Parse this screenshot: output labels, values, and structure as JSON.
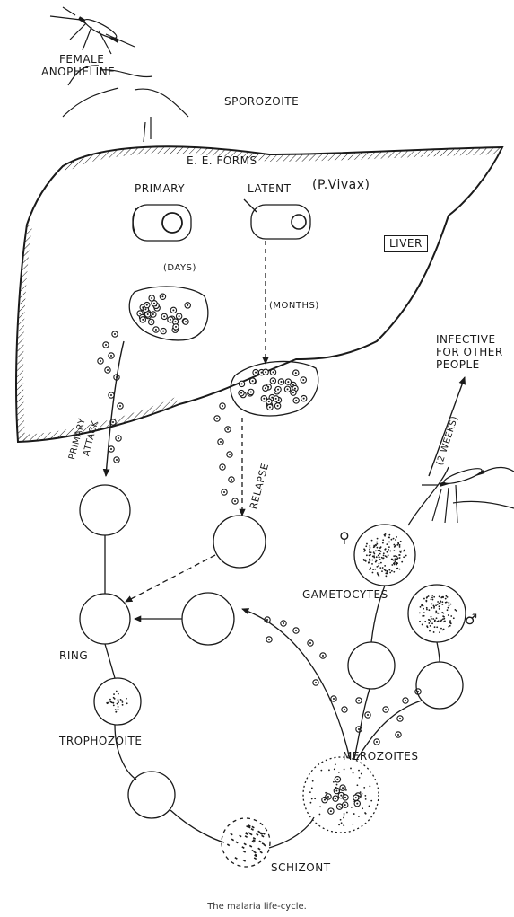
{
  "labels": {
    "female_anopheline_1": "FEMALE",
    "female_anopheline_2": "ANOPHELINE",
    "sporozoite": "SPOROZOITE",
    "ee_forms": "E. E. FORMS",
    "primary": "PRIMARY",
    "latent": "LATENT",
    "pvivax": "(P.Vivax)",
    "liver": "LIVER",
    "days": "(DAYS)",
    "months": "(MONTHS)",
    "infective_1": "INFECTIVE",
    "infective_2": "FOR OTHER",
    "infective_3": "PEOPLE",
    "primary_attack_1": "PRIMARY",
    "primary_attack_2": "ATTACK",
    "relapse": "RELAPSE",
    "two_weeks": "(2 WEEKS)",
    "female_symbol": "♀",
    "male_symbol": "♂",
    "gametocytes": "GAMETOCYTES",
    "ring": "RING",
    "trophozoite": "TROPHOZOITE",
    "merozoites": "MEROZOITES",
    "schizont": "SCHIZONT"
  },
  "caption": "The malaria life-cycle.",
  "colors": {
    "ink": "#1a1a1a",
    "paper": "#ffffff"
  }
}
